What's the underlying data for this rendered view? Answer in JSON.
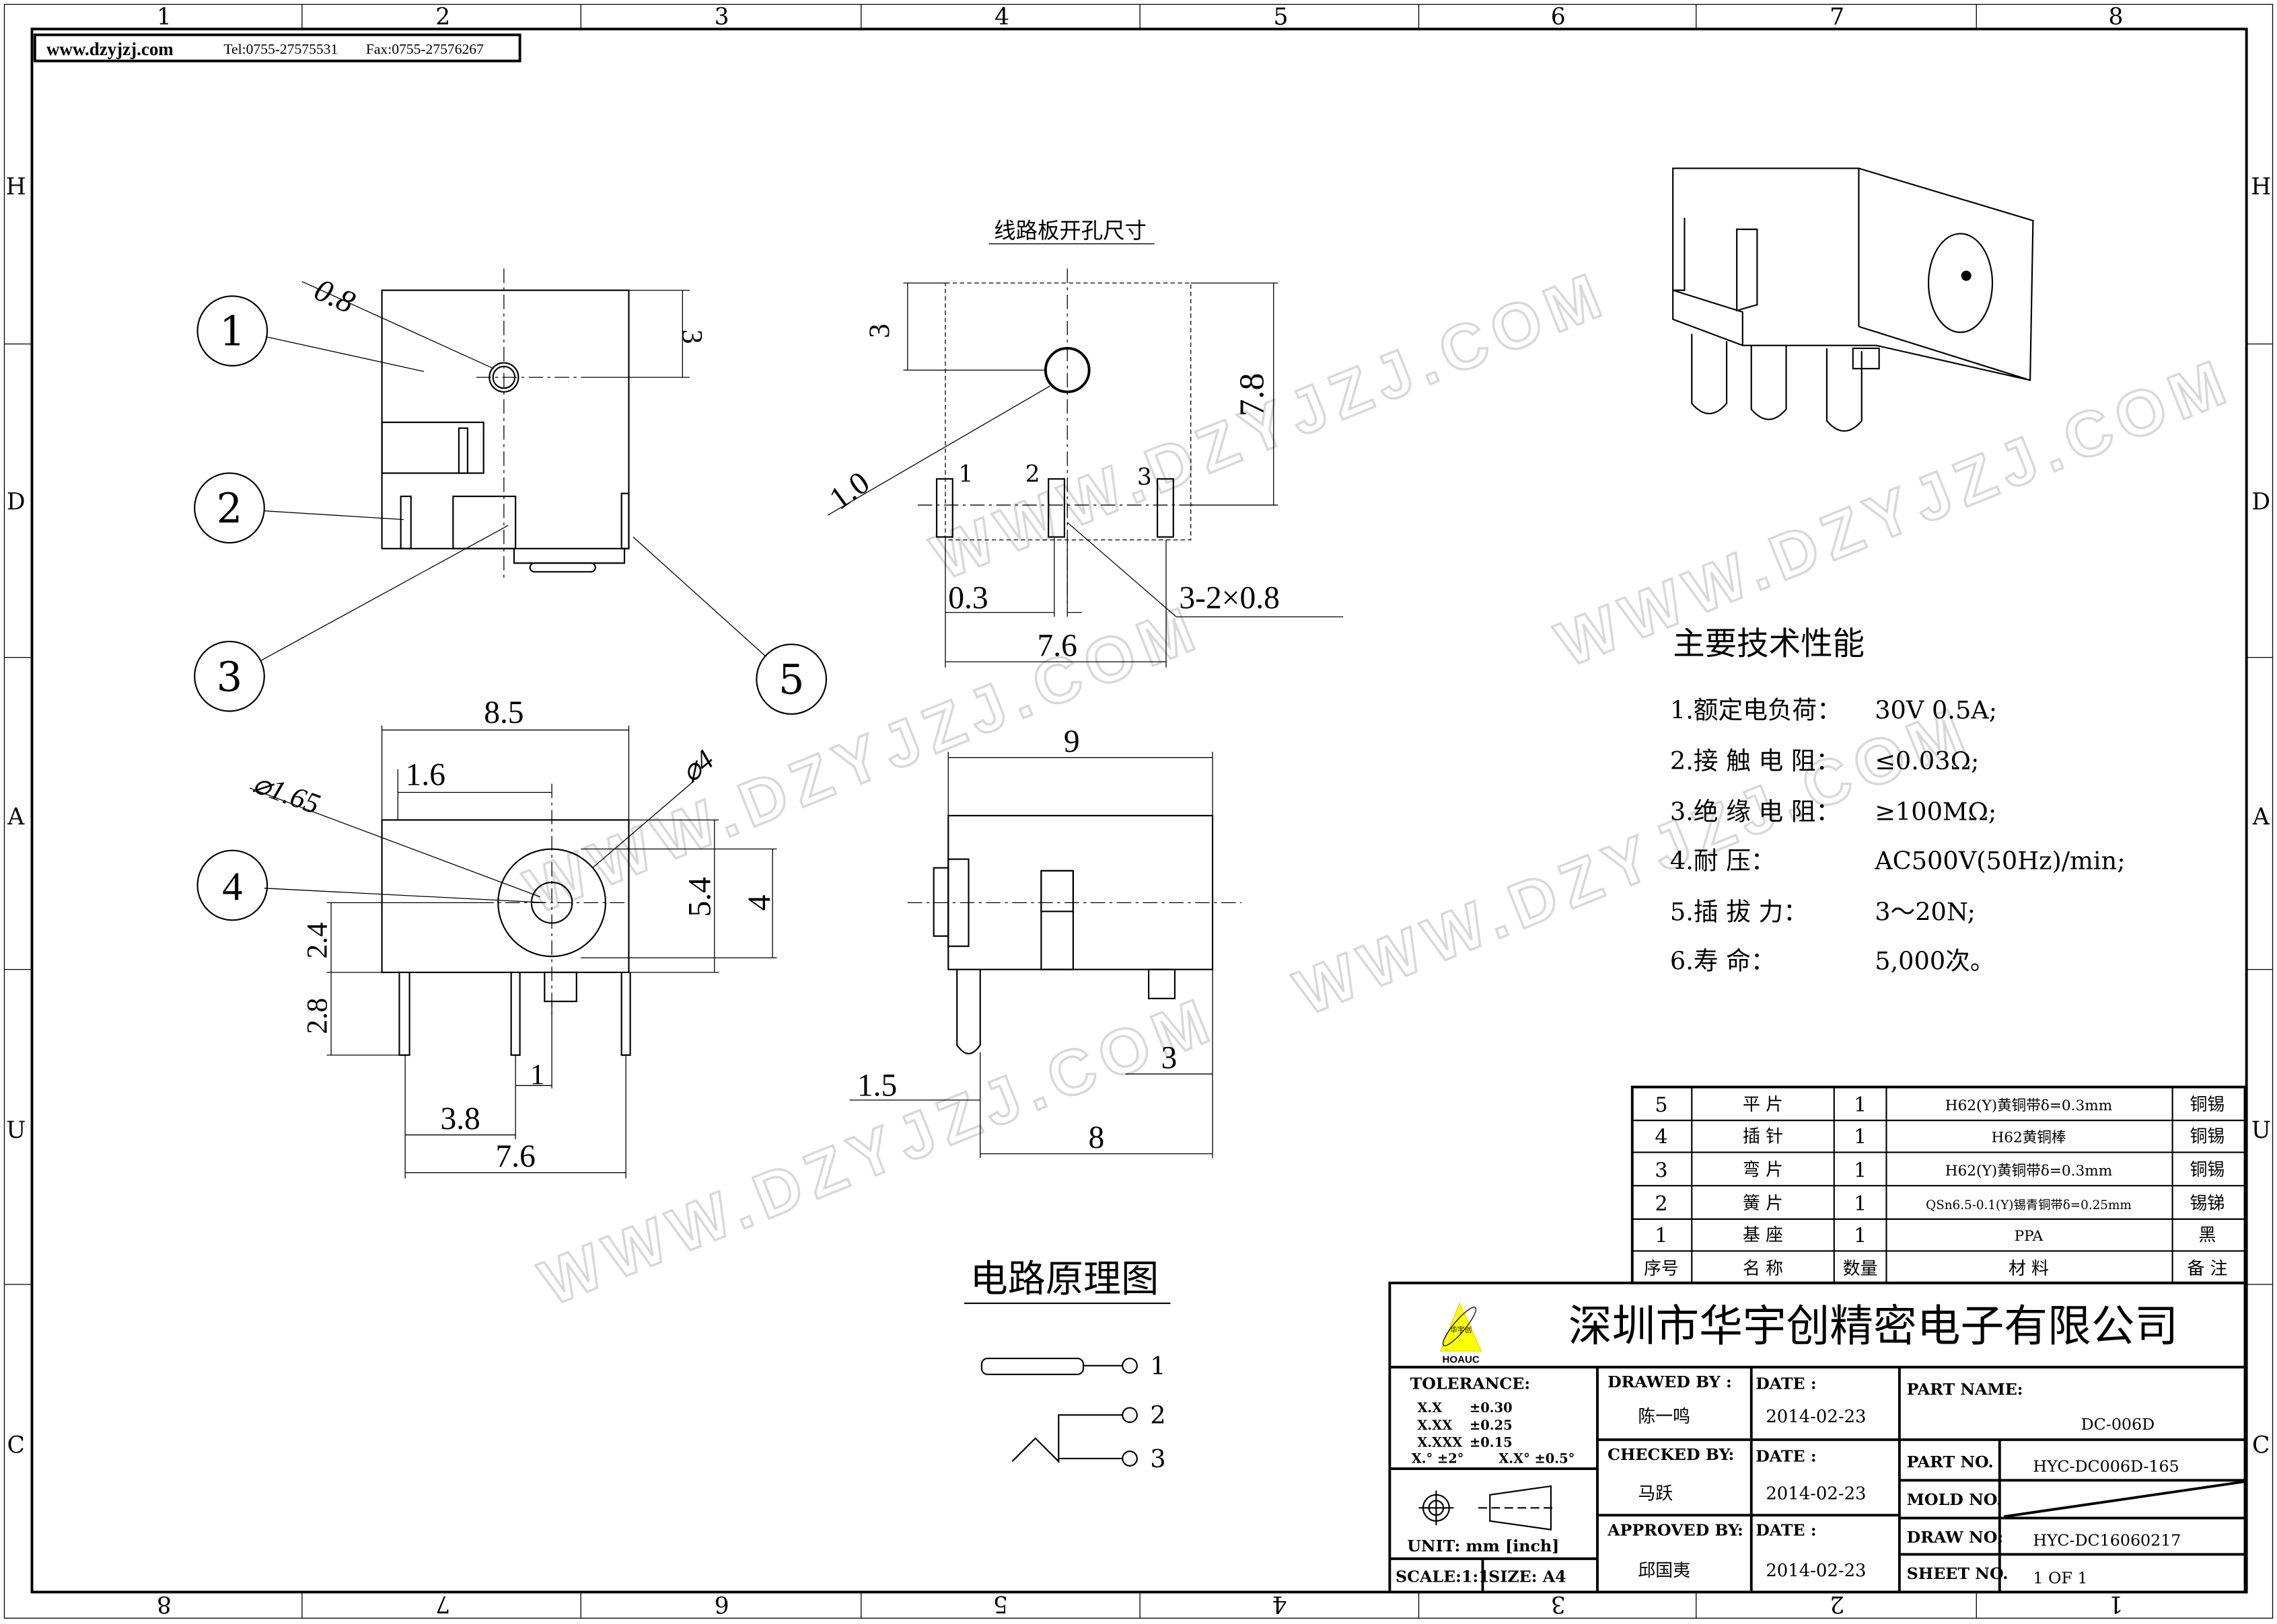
{
  "header": {
    "website": "www.dzyjzj.com",
    "tel": "Tel:0755-27575531",
    "fax": "Fax:0755-27576267"
  },
  "ruler": {
    "top_numbers": [
      "1",
      "2",
      "3",
      "4",
      "5",
      "6",
      "7",
      "8"
    ],
    "bottom_numbers": [
      "8",
      "7",
      "6",
      "5",
      "4",
      "3",
      "2",
      "1"
    ],
    "side_letters": [
      "H",
      "D",
      "A",
      "U",
      "C"
    ]
  },
  "watermark": "WWW.DZYJZJ.COM",
  "top_view": {
    "dim_hole": "0.8",
    "dim_3": "3",
    "balloons": [
      "1",
      "2",
      "3",
      "5"
    ]
  },
  "pcb_view": {
    "title": "线路板开孔尺寸",
    "dim_3": "3",
    "dim_7_8": "7.8",
    "dim_hole": "1.0",
    "pin_labels": [
      "1",
      "2",
      "3"
    ],
    "dim_0_3": "0.3",
    "dim_slots": "3-2×0.8",
    "dim_7_6": "7.6"
  },
  "front_view": {
    "dim_8_5": "8.5",
    "dim_1_6": "1.6",
    "dim_d165": "⌀1.65",
    "dim_d4": "⌀4",
    "dim_5_4": "5.4",
    "dim_4": "4",
    "dim_2_4": "2.4",
    "dim_2_8": "2.8",
    "dim_1": "1",
    "dim_3_8": "3.8",
    "dim_7_6": "7.6",
    "balloon": "4"
  },
  "side_view": {
    "dim_9": "9",
    "dim_1_5": "1.5",
    "dim_3": "3",
    "dim_8": "8"
  },
  "schematic": {
    "title": "电路原理图",
    "pins": [
      "1",
      "2",
      "3"
    ]
  },
  "specs": {
    "title": "主要技术性能",
    "items": [
      {
        "label": "1.额定电负荷：",
        "value": "30V 0.5A;"
      },
      {
        "label": "2.接 触 电 阻：",
        "value": "≤0.03Ω;"
      },
      {
        "label": "3.绝 缘 电 阻：",
        "value": "≥100MΩ;"
      },
      {
        "label": "4.耐          压：",
        "value": "AC500V(50Hz)/min;"
      },
      {
        "label": "5.插   拔     力：",
        "value": "3～20N;"
      },
      {
        "label": "6.寿          命：",
        "value": "5,000次。"
      }
    ]
  },
  "bom": {
    "rows": [
      {
        "no": "5",
        "name": "平 片",
        "qty": "1",
        "material": "H62(Y)黄铜带δ=0.3mm",
        "note": "铜锡"
      },
      {
        "no": "4",
        "name": "插 针",
        "qty": "1",
        "material": "H62黄铜棒",
        "note": "铜锡"
      },
      {
        "no": "3",
        "name": "弯 片",
        "qty": "1",
        "material": "H62(Y)黄铜带δ=0.3mm",
        "note": "铜锡"
      },
      {
        "no": "2",
        "name": "簧 片",
        "qty": "1",
        "material": "QSn6.5-0.1(Y)锡青铜带δ=0.25mm",
        "note": "锡锑"
      },
      {
        "no": "1",
        "name": "基 座",
        "qty": "1",
        "material": "PPA",
        "note": "黑"
      }
    ],
    "headers": {
      "no": "序号",
      "name": "名 称",
      "qty": "数量",
      "material": "材      料",
      "note": "备 注"
    }
  },
  "title_block": {
    "logo_text": "华宇创",
    "logo_brand": "HOAUC",
    "company": "深圳市华宇创精密电子有限公司",
    "tolerance_label": "TOLERANCE:",
    "tolerances": [
      [
        "X.X",
        "±0.30"
      ],
      [
        "X.XX",
        "±0.25"
      ],
      [
        "X.XXX",
        "±0.15"
      ]
    ],
    "angle_tol": [
      "X.° ±2°",
      "X.X° ±0.5°"
    ],
    "unit": "UNIT:  mm  [inch]",
    "scale": "SCALE:1:1",
    "size": "SIZE:  A4",
    "drawed_by_label": "DRAWED BY :",
    "drawed_by": "陈一鸣",
    "checked_by_label": "CHECKED BY:",
    "checked_by": "马跃",
    "approved_by_label": "APPROVED BY:",
    "approved_by": "邱国夷",
    "date_label": "DATE :",
    "dates": [
      "2014-02-23",
      "2014-02-23",
      "2014-02-23"
    ],
    "part_name_label": "PART NAME:",
    "part_name": "DC-006D",
    "part_no_label": "PART NO.",
    "part_no": "HYC-DC006D-165",
    "mold_no_label": "MOLD NO.",
    "draw_no_label": "DRAW NO:",
    "draw_no": "HYC-DC16060217",
    "sheet_no_label": "SHEET NO.",
    "sheet_no": "1 OF 1"
  }
}
